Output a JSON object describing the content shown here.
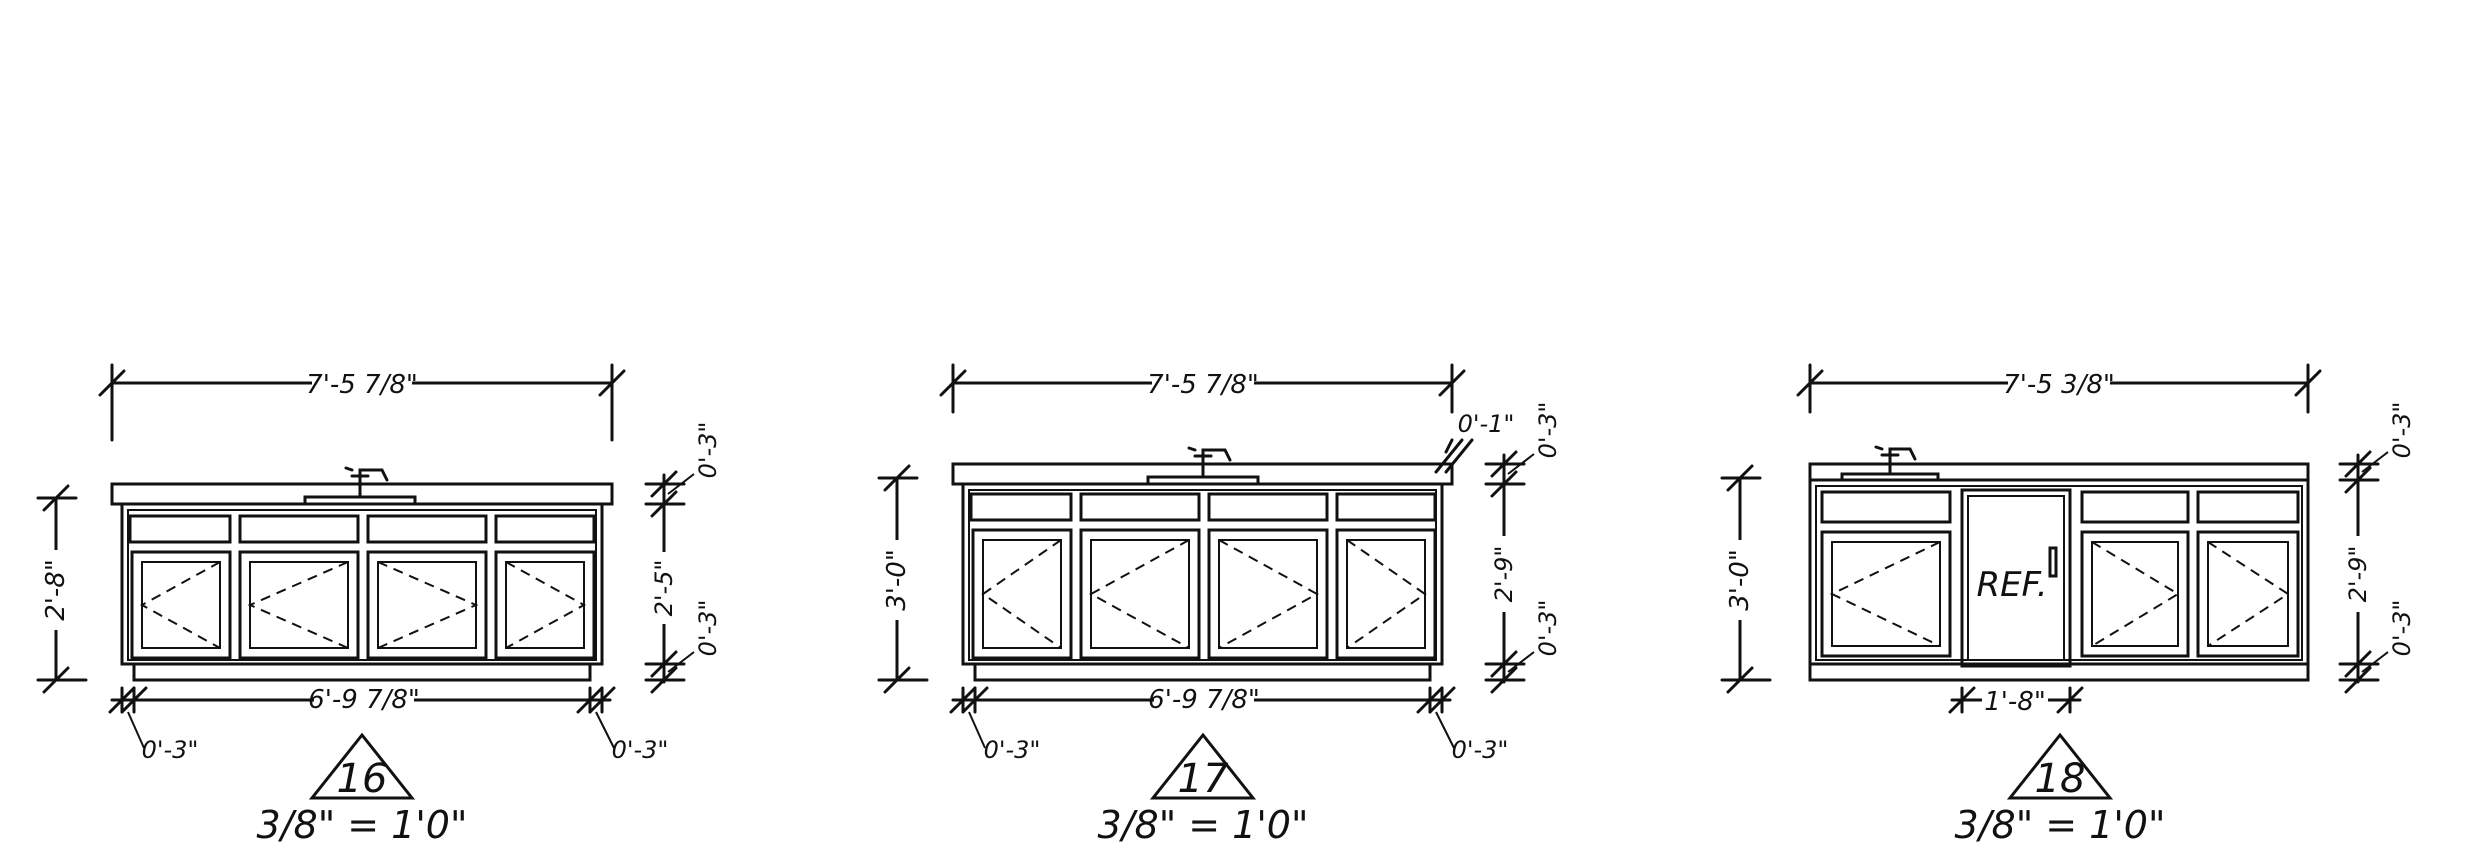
{
  "elevations": [
    {
      "id": "16",
      "top_dim": "7'-5 7/8\"",
      "height_dim": "2'-8\"",
      "right_dims": [
        "0'-3\"",
        "2'-5\"",
        "0'-3\""
      ],
      "bottom_dim": "6'-9 7/8\"",
      "toe_dims": [
        "0'-3\"",
        "0'-3\""
      ],
      "scale": "3/8\" = 1'0\""
    },
    {
      "id": "17",
      "top_dim": "7'-5 7/8\"",
      "height_dim": "3'-0\"",
      "right_dims": [
        "0'-3\"",
        "2'-9\"",
        "0'-3\""
      ],
      "overhang_dim": "0'-1\"",
      "bottom_dim": "6'-9 7/8\"",
      "toe_dims": [
        "0'-3\"",
        "0'-3\""
      ],
      "scale": "3/8\" = 1'0\""
    },
    {
      "id": "18",
      "top_dim": "7'-5 3/8\"",
      "height_dim": "3'-0\"",
      "right_dims": [
        "0'-3\"",
        "2'-9\"",
        "0'-3\""
      ],
      "bottom_dim": "1'-8\"",
      "appliance_label": "REF.",
      "scale": "3/8\" = 1'0\""
    }
  ]
}
